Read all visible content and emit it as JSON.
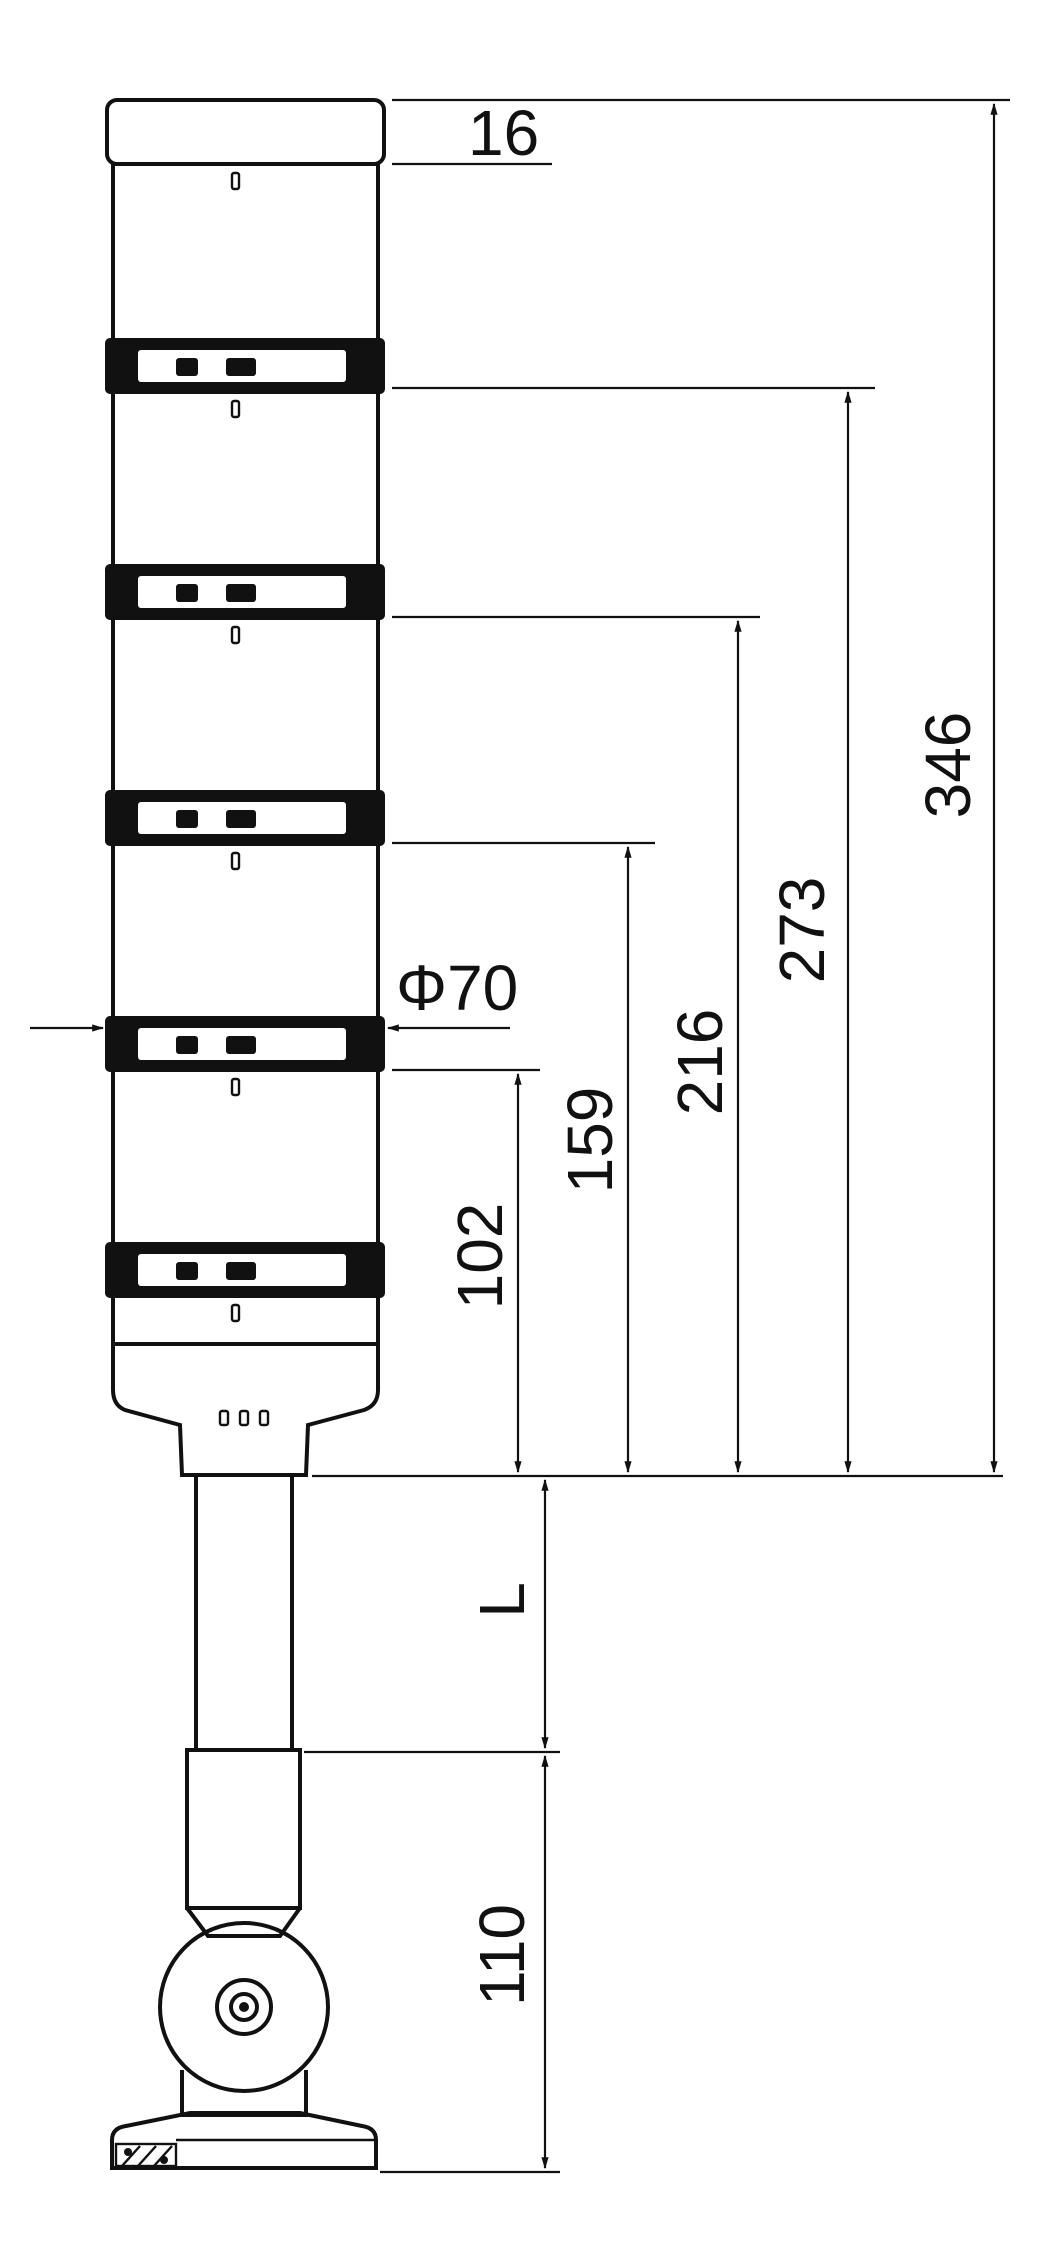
{
  "drawing": {
    "colors": {
      "ink": "#111111",
      "paper": "#ffffff"
    },
    "units": "mm",
    "dimensions": {
      "top_cap": "16",
      "diameter": "Φ70",
      "tier_1": "102",
      "tier_2": "159",
      "tier_3": "216",
      "tier_4": "273",
      "overall": "346",
      "pole": "L",
      "base": "110"
    }
  }
}
